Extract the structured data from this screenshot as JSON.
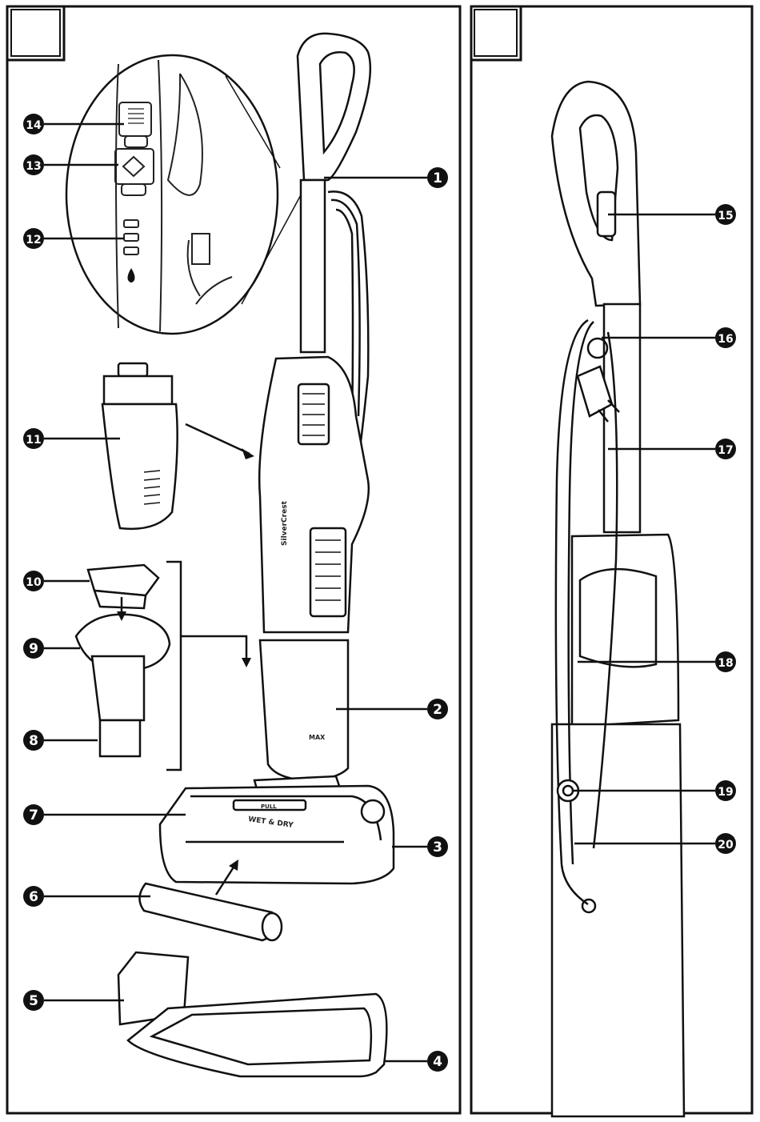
{
  "device": {
    "brand": "SilverCrest",
    "tray_badge": "PULL",
    "head_text": "WET & DRY",
    "tank_mark": "MAX"
  },
  "callouts": [
    {
      "id": "c1",
      "number": "1"
    },
    {
      "id": "c2",
      "number": "2"
    },
    {
      "id": "c3",
      "number": "3"
    },
    {
      "id": "c4",
      "number": "4"
    },
    {
      "id": "c5",
      "number": "5"
    },
    {
      "id": "c6",
      "number": "6"
    },
    {
      "id": "c7",
      "number": "7"
    },
    {
      "id": "c8",
      "number": "8"
    },
    {
      "id": "c9",
      "number": "9"
    },
    {
      "id": "c10",
      "number": "10"
    },
    {
      "id": "c11",
      "number": "11"
    },
    {
      "id": "c12",
      "number": "12"
    },
    {
      "id": "c13",
      "number": "13"
    },
    {
      "id": "c14",
      "number": "14"
    },
    {
      "id": "c15",
      "number": "15"
    },
    {
      "id": "c16",
      "number": "16"
    },
    {
      "id": "c17",
      "number": "17"
    },
    {
      "id": "c18",
      "number": "18"
    },
    {
      "id": "c19",
      "number": "19"
    },
    {
      "id": "c20",
      "number": "20"
    }
  ]
}
